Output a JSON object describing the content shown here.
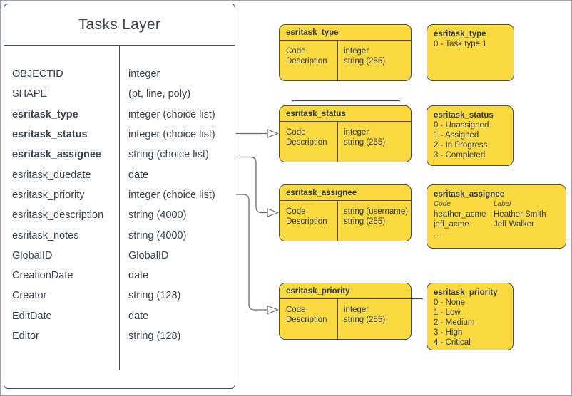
{
  "colors": {
    "box_fill": "#fbd940",
    "box_border": "#4d4d4d",
    "table_border": "#44505b",
    "text": "#39434d",
    "connector": "#666e75"
  },
  "tasks_table": {
    "title": "Tasks Layer",
    "fields": [
      {
        "name": "OBJECTID",
        "type": "integer"
      },
      {
        "name": "SHAPE",
        "type": "(pt, line, poly)"
      },
      {
        "name": "esritask_type",
        "type": "integer (choice list)"
      },
      {
        "name": "esritask_status",
        "type": "integer (choice list)"
      },
      {
        "name": "esritask_assignee",
        "type": "string (choice list)"
      },
      {
        "name": "esritask_duedate",
        "type": "date"
      },
      {
        "name": "esritask_priority",
        "type": "integer (choice list)"
      },
      {
        "name": "esritask_description",
        "type": "string (4000)"
      },
      {
        "name": "esritask_notes",
        "type": "string (4000)"
      },
      {
        "name": "GlobalID",
        "type": "GlobalID"
      },
      {
        "name": "CreationDate",
        "type": "date"
      },
      {
        "name": "Creator",
        "type": "string (128)"
      },
      {
        "name": "EditDate",
        "type": "date"
      },
      {
        "name": "Editor",
        "type": "string (128)"
      }
    ]
  },
  "domain_tables": [
    {
      "title": "esritask_type",
      "rows": [
        {
          "field": "Code",
          "type": "integer"
        },
        {
          "field": "Description",
          "type": "string (255)"
        }
      ]
    },
    {
      "title": "esritask_status",
      "rows": [
        {
          "field": "Code",
          "type": "integer"
        },
        {
          "field": "Description",
          "type": "string (255)"
        }
      ]
    },
    {
      "title": "esritask_assignee",
      "rows": [
        {
          "field": "Code",
          "type": "string  (username)"
        },
        {
          "field": "Description",
          "type": "string (255)"
        }
      ]
    },
    {
      "title": "esritask_priority",
      "rows": [
        {
          "field": "Code",
          "type": "integer"
        },
        {
          "field": "Description",
          "type": "string (255)"
        }
      ]
    }
  ],
  "code_lists": {
    "type": {
      "title": "esritask_type",
      "items": [
        "0 - Task type 1"
      ]
    },
    "status": {
      "title": "esritask_status",
      "items": [
        "0 - Unassigned",
        "1 - Assigned",
        "2 - In Progress",
        "3 - Completed"
      ]
    },
    "assignee": {
      "title": "esritask_assignee",
      "col_headers": {
        "code": "Code",
        "label": "Label"
      },
      "rows": [
        {
          "code": "heather_acme",
          "label": "Heather Smith"
        },
        {
          "code": "jeff_acme",
          "label": "Jeff Walker"
        }
      ],
      "more": "...."
    },
    "priority": {
      "title": "esritask_priority",
      "items": [
        "0 - None",
        "1 - Low",
        "2 - Medium",
        "3 - High",
        "4 - Critical"
      ]
    }
  }
}
